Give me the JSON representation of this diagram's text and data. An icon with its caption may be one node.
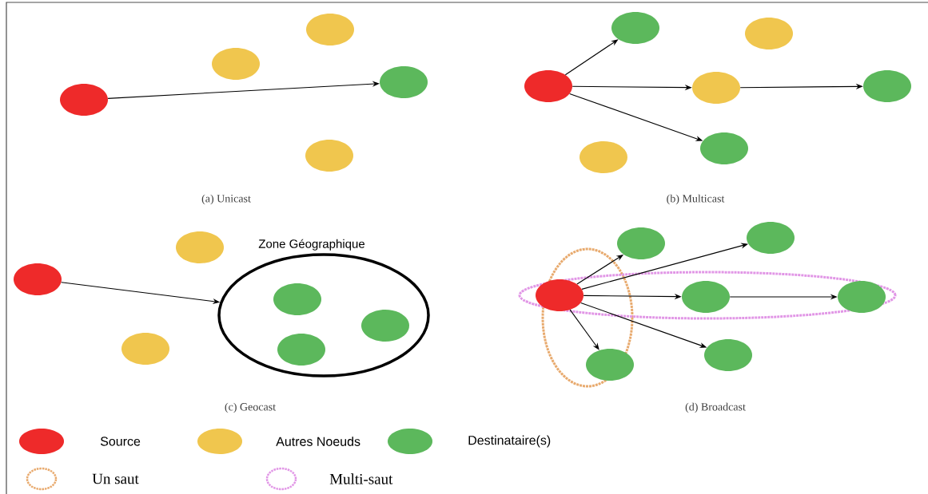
{
  "diagram": {
    "nodes": [
      {
        "text": [],
        "shape": "circle"
      },
      {
        "text": [],
        "shape": "circle"
      },
      {
        "text": [],
        "shape": "circle"
      },
      {
        "text": [],
        "shape": "circle"
      },
      {
        "text": [],
        "shape": "circle"
      },
      {
        "text": [],
        "shape": "circle"
      },
      {
        "text": [],
        "shape": "circle"
      },
      {
        "text": [],
        "shape": "circle"
      },
      {
        "text": [],
        "shape": "circle"
      },
      {
        "text": [],
        "shape": "circle"
      },
      {
        "text": [],
        "shape": "circle"
      },
      {
        "text": [],
        "shape": "circle"
      },
      {
        "text": [],
        "shape": "circle"
      },
      {
        "text": [],
        "shape": "circle"
      },
      {
        "text": [
          "Zone Géographique"
        ]
      },
      {
        "text": [],
        "shape": "circle",
        "in": 14
      },
      {
        "text": [],
        "shape": "circle",
        "in": 14
      },
      {
        "text": [],
        "shape": "circle",
        "in": 14
      },
      {
        "text": [],
        "shape": "circle"
      },
      {
        "text": [],
        "shape": "circle"
      },
      {
        "text": [],
        "shape": "circle"
      },
      {
        "text": [],
        "shape": "circle"
      },
      {
        "text": [],
        "shape": "circle"
      },
      {
        "text": [],
        "shape": "circle"
      },
      {
        "text": [],
        "shape": "circle"
      },
      {
        "text": [],
        "shape": "circle"
      }
    ],
    "edges": [
      {
        "from": 0,
        "to": 3,
        "arrow": "to"
      },
      {
        "from": 5,
        "to": 6,
        "arrow": "to"
      },
      {
        "from": 5,
        "to": 8,
        "arrow": "to"
      },
      {
        "from": 8,
        "to": 9,
        "arrow": "to"
      },
      {
        "from": 5,
        "to": 10,
        "arrow": "to"
      },
      {
        "from": 13,
        "to": 14,
        "arrow": "to"
      },
      {
        "from": 19,
        "to": 20,
        "arrow": "to"
      },
      {
        "from": 19,
        "to": 21,
        "arrow": "to"
      },
      {
        "from": 19,
        "to": 22,
        "arrow": "to"
      },
      {
        "from": 22,
        "to": 23,
        "arrow": "to"
      },
      {
        "from": 19,
        "to": 24,
        "arrow": "to"
      },
      {
        "from": 19,
        "to": 25,
        "arrow": "to"
      }
    ],
    "labels": [
      "(a) Unicast",
      "(b) Multicast",
      "(c) Geocast",
      "(d) Broadcast"
    ],
    "legend": [
      {
        "text": "Source",
        "color": "#ee2a2a"
      },
      {
        "text": "Autres Noeuds",
        "color": "#f0c64e"
      },
      {
        "text": "Destinataire(s)",
        "color": "#5cb85c"
      },
      {
        "text": "Un saut"
      },
      {
        "text": "Multi-saut"
      }
    ]
  }
}
